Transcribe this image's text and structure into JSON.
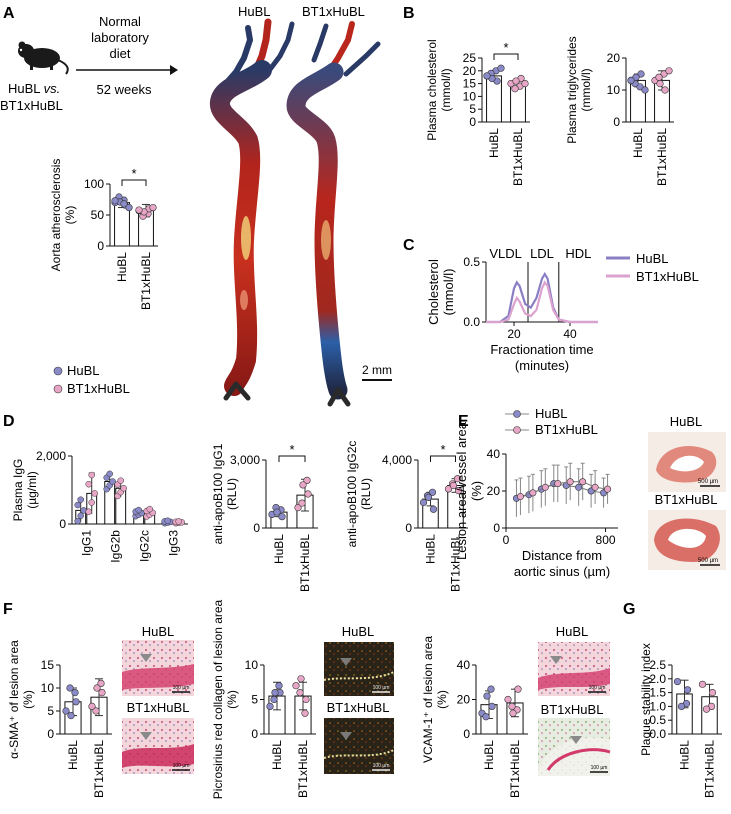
{
  "colors": {
    "hubl": "#8a8ac8",
    "bt": "#e8a6c6",
    "hubl_line": "#8b7fc4",
    "bt_line": "#dba2cf"
  },
  "panels": {
    "A": "A",
    "B": "B",
    "C": "C",
    "D": "D",
    "E": "E",
    "F": "F",
    "G": "G"
  },
  "legend": {
    "hubl": "HuBL",
    "bt": "BT1xHuBL"
  },
  "panelA": {
    "mouse_label_1": "HuBL ",
    "mouse_label_vs": "vs.",
    "mouse_label_2": "BT1xHuBL",
    "diet_1": "Normal",
    "diet_2": "laboratory",
    "diet_3": "diet",
    "duration": "52 weeks",
    "aorta_hubl": "HuBL",
    "aorta_bt": "BT1xHuBL",
    "scale": "2 mm",
    "sig": "*"
  },
  "chart_data": [
    {
      "id": "aorta",
      "type": "bar",
      "ylabel": "Aorta atherosclerosis\n(%)",
      "ylim": [
        0,
        100
      ],
      "yticks": [
        "0",
        "50",
        "100"
      ],
      "categories": [
        "HuBL",
        "BT1xHuBL"
      ],
      "values": [
        70,
        57
      ],
      "error": [
        8,
        10
      ],
      "sig": "*",
      "points": [
        [
          70,
          74,
          66,
          79,
          71,
          62,
          73,
          68
        ],
        [
          57,
          52,
          60,
          48,
          55,
          62,
          58
        ]
      ]
    },
    {
      "id": "chol",
      "type": "bar",
      "ylabel": "Plasma cholesterol\n(mmol/l)",
      "ylim": [
        0,
        25
      ],
      "yticks": [
        "0",
        "5",
        "10",
        "15",
        "20",
        "25"
      ],
      "categories": [
        "HuBL",
        "BT1xHuBL"
      ],
      "values": [
        18,
        15
      ],
      "error": [
        2,
        2
      ],
      "sig": "*",
      "points": [
        [
          18,
          20,
          16,
          19,
          17,
          21,
          18
        ],
        [
          15,
          14,
          17,
          13,
          16,
          15
        ]
      ]
    },
    {
      "id": "tg",
      "type": "bar",
      "ylabel": "Plasma triglycerides\n(mmol/l)",
      "ylim": [
        0,
        20
      ],
      "yticks": [
        "0",
        "10",
        "20"
      ],
      "categories": [
        "HuBL",
        "BT1xHuBL"
      ],
      "values": [
        13,
        13
      ],
      "error": [
        2,
        3
      ],
      "sig": "",
      "points": [
        [
          13,
          11,
          15,
          12,
          14,
          10,
          13
        ],
        [
          13,
          15,
          10,
          14,
          12,
          16
        ]
      ]
    },
    {
      "id": "fplc",
      "type": "line",
      "xlabel": "Fractionation time\n(minutes)",
      "ylabel": "Cholesterol\n(mmol/l)",
      "xlim": [
        10,
        50
      ],
      "ylim": [
        0,
        0.5
      ],
      "xticks": [
        "20",
        "40"
      ],
      "yticks": [
        "0.0",
        "0.5"
      ],
      "regions": [
        "VLDL",
        "LDL",
        "HDL"
      ],
      "series": [
        {
          "name": "HuBL",
          "x": [
            10,
            15,
            18,
            20,
            21,
            22,
            24,
            26,
            28,
            30,
            31,
            32,
            34,
            36,
            40,
            45,
            50
          ],
          "y": [
            0,
            0,
            0.05,
            0.28,
            0.33,
            0.3,
            0.15,
            0.12,
            0.2,
            0.36,
            0.4,
            0.36,
            0.12,
            0.02,
            0,
            0,
            0
          ]
        },
        {
          "name": "BT1xHuBL",
          "x": [
            10,
            15,
            18,
            20,
            21,
            22,
            24,
            26,
            28,
            30,
            31,
            32,
            34,
            36,
            40,
            45,
            50
          ],
          "y": [
            0,
            0,
            0.02,
            0.15,
            0.2,
            0.17,
            0.07,
            0.05,
            0.1,
            0.28,
            0.33,
            0.3,
            0.1,
            0.02,
            0,
            0,
            0
          ]
        }
      ]
    },
    {
      "id": "igg",
      "type": "bar",
      "ylabel": "Plasma IgG\n(µg/ml)",
      "ylim": [
        0,
        2000
      ],
      "yticks": [
        "0",
        "2,000"
      ],
      "categories": [
        "IgG1",
        "IgG2b",
        "IgG2c",
        "IgG3"
      ],
      "series": [
        {
          "name": "HuBL",
          "values": [
            400,
            1250,
            320,
            60
          ],
          "error": [
            350,
            250,
            100,
            40
          ]
        },
        {
          "name": "BT1xHuBL",
          "values": [
            900,
            1050,
            330,
            50
          ],
          "error": [
            600,
            250,
            120,
            30
          ]
        }
      ]
    },
    {
      "id": "apob_igg1",
      "type": "bar",
      "ylabel": "anti-apoB100 IgG1\n(RLU)",
      "ylim": [
        0,
        3000
      ],
      "yticks": [
        "0",
        "3,000"
      ],
      "categories": [
        "HuBL",
        "BT1xHuBL"
      ],
      "values": [
        700,
        1450
      ],
      "error": [
        200,
        700
      ],
      "sig": "*",
      "points": [
        [
          600,
          800,
          500,
          900,
          700
        ],
        [
          900,
          2100,
          1500,
          1100,
          1900
        ]
      ]
    },
    {
      "id": "apob_igg2c",
      "type": "bar",
      "ylabel": "anti-apoB100 IgG2c\n(RLU)",
      "ylim": [
        0,
        4000
      ],
      "yticks": [
        "0",
        "4,000"
      ],
      "categories": [
        "HuBL",
        "BT1xHuBL"
      ],
      "values": [
        1700,
        2500
      ],
      "error": [
        400,
        400
      ],
      "sig": "*",
      "points": [
        [
          1500,
          2100,
          1100,
          1900,
          1800
        ],
        [
          2300,
          2900,
          2200,
          2600,
          2500
        ]
      ]
    },
    {
      "id": "lesion",
      "type": "line",
      "xlabel": "Distance from\naortic sinus (µm)",
      "ylabel": "Lesion area/vessel area\n(%)",
      "xlim": [
        0,
        900
      ],
      "ylim": [
        0,
        40
      ],
      "xticks": [
        "0",
        "800"
      ],
      "yticks": [
        "0",
        "20",
        "40"
      ],
      "series": [
        {
          "name": "HuBL",
          "x": [
            100,
            200,
            300,
            400,
            500,
            600,
            700,
            800
          ],
          "y": [
            16,
            18,
            21,
            24,
            23,
            22,
            20,
            19
          ],
          "error": [
            10,
            10,
            10,
            10,
            10,
            10,
            9,
            8
          ]
        },
        {
          "name": "BT1xHuBL",
          "x": [
            100,
            200,
            300,
            400,
            500,
            600,
            700,
            800
          ],
          "y": [
            17,
            19,
            22,
            24,
            25,
            25,
            22,
            21
          ],
          "error": [
            10,
            10,
            10,
            10,
            10,
            10,
            9,
            8
          ]
        }
      ]
    },
    {
      "id": "sma",
      "type": "bar",
      "ylabel": "α-SMA⁺ of lesion area\n(%)",
      "ylim": [
        0,
        15
      ],
      "yticks": [
        "0",
        "5",
        "10",
        "15"
      ],
      "categories": [
        "HuBL",
        "BT1xHuBL"
      ],
      "values": [
        7,
        8
      ],
      "error": [
        3,
        4
      ],
      "points": [
        [
          5,
          9,
          7,
          10,
          4
        ],
        [
          6,
          11,
          9,
          5,
          10
        ]
      ]
    },
    {
      "id": "sirius",
      "type": "bar",
      "ylabel": "Picrosirius red collagen of lesion area\n(%)",
      "ylim": [
        0,
        10
      ],
      "yticks": [
        "0",
        "5",
        "10"
      ],
      "categories": [
        "HuBL",
        "BT1xHuBL"
      ],
      "values": [
        5.5,
        5.5
      ],
      "error": [
        2,
        2
      ],
      "points": [
        [
          4,
          7,
          6,
          5,
          6
        ],
        [
          7,
          3,
          5,
          6,
          8
        ]
      ]
    },
    {
      "id": "vcam",
      "type": "bar",
      "ylabel": "VCAM-1⁺ of lesion area\n(%)",
      "ylim": [
        0,
        40
      ],
      "yticks": [
        "0",
        "20",
        "40"
      ],
      "categories": [
        "HuBL",
        "BT1xHuBL"
      ],
      "values": [
        17,
        18
      ],
      "error": [
        8,
        8
      ],
      "points": [
        [
          12,
          26,
          16,
          10,
          22
        ],
        [
          20,
          14,
          26,
          16,
          12
        ]
      ]
    },
    {
      "id": "psi",
      "type": "bar",
      "ylabel": "Plaque stability index",
      "ylim": [
        0,
        2.5
      ],
      "yticks": [
        "0.0",
        "0.5",
        "1.0",
        "1.5",
        "2.0",
        "2.5"
      ],
      "categories": [
        "HuBL",
        "BT1xHuBL"
      ],
      "values": [
        1.45,
        1.35
      ],
      "error": [
        0.5,
        0.45
      ],
      "points": [
        [
          1.9,
          1.1,
          1.6,
          1.0
        ],
        [
          1.8,
          1.0,
          1.5,
          0.9
        ]
      ]
    }
  ],
  "images": {
    "E_hubl": "HuBL",
    "E_bt": "BT1xHuBL",
    "E_scale": "500 µm",
    "F_hubl": "HuBL",
    "F_bt": "BT1xHuBL",
    "F_scale": "100 µm"
  }
}
